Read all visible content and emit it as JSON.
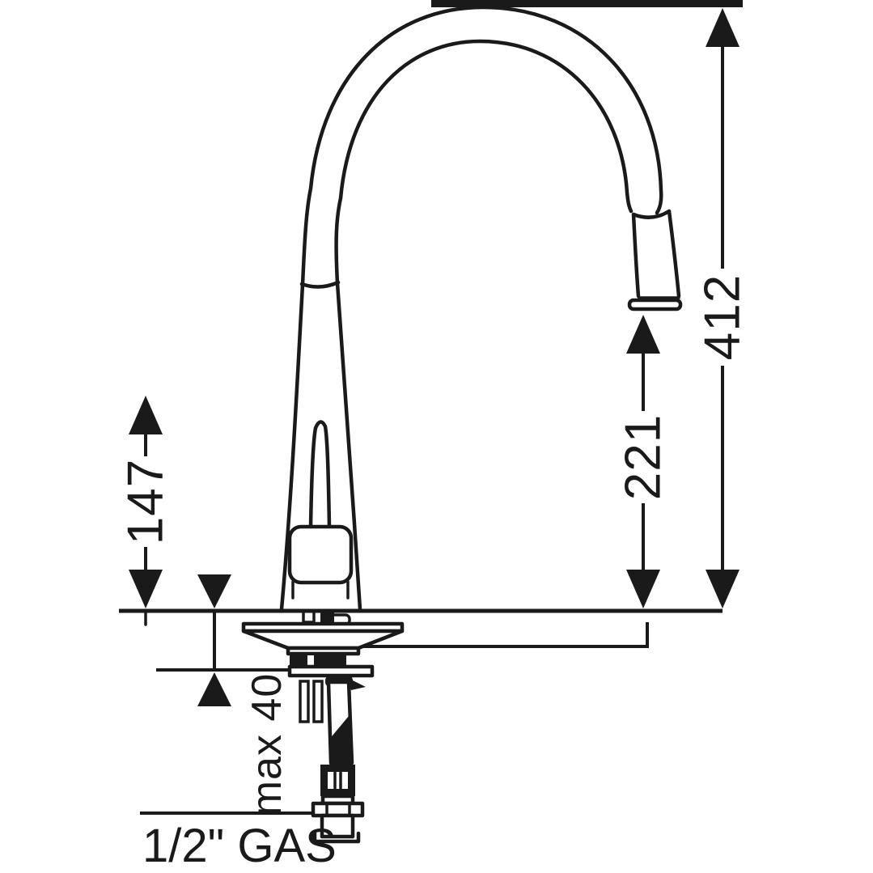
{
  "drawing": {
    "type": "technical-dimension-drawing",
    "subject": "single-lever kitchen mixer tap with pull-down spray, side elevation",
    "labels": {
      "overall_height": "412",
      "spout_outlet_height": "221",
      "handle_height": "147",
      "max_counter_thickness": "max 40",
      "connection_thread": "1/2\" GAS"
    },
    "colors": {
      "ink": "#1a1a1a",
      "background": "#ffffff"
    }
  }
}
